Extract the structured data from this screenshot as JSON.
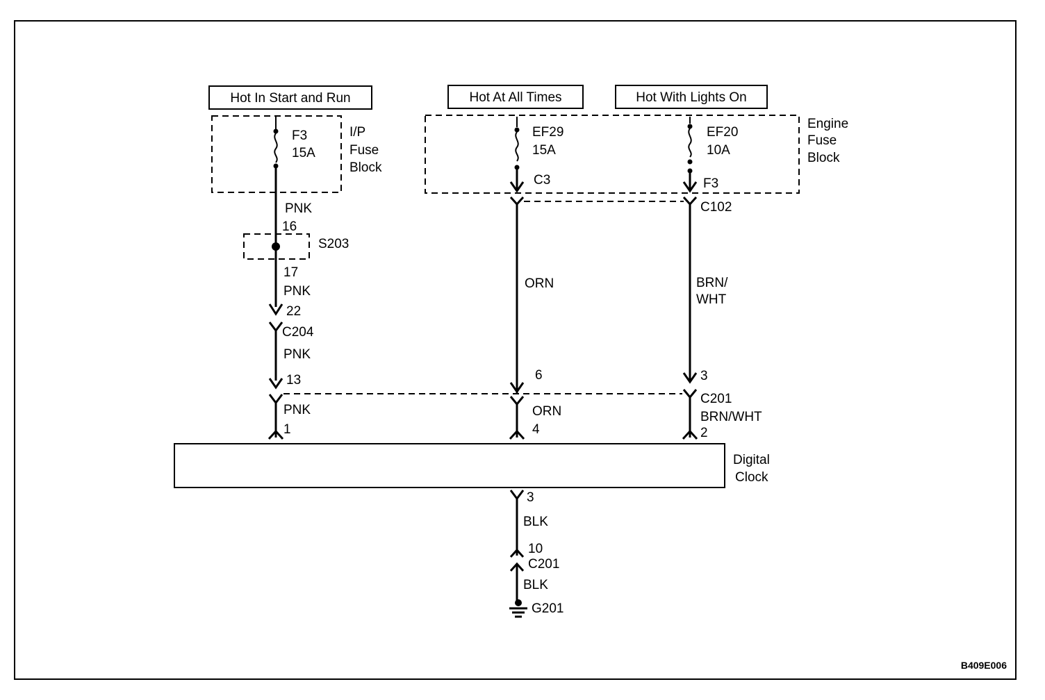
{
  "headers": {
    "start_run": "Hot In Start and Run",
    "all_times": "Hot At All Times",
    "lights_on": "Hot With Lights On"
  },
  "ip_fuse_block": {
    "label_line1": "I/P",
    "label_line2": "Fuse",
    "label_line3": "Block",
    "fuse_name": "F3",
    "fuse_rating": "15A"
  },
  "engine_fuse_block": {
    "label_line1": "Engine",
    "label_line2": "Fuse",
    "label_line3": "Block",
    "fuse1_name": "EF29",
    "fuse1_rating": "15A",
    "fuse1_terminal": "C3",
    "fuse2_name": "EF20",
    "fuse2_rating": "10A",
    "fuse2_terminal": "F3"
  },
  "connectors": {
    "c102": "C102",
    "c204": "C204",
    "c201_top": "C201",
    "c201_bottom": "C201",
    "s203": "S203",
    "g201": "G201"
  },
  "left_circuit": {
    "wire1": "PNK",
    "pin16": "16",
    "pin17": "17",
    "wire2": "PNK",
    "pin22": "22",
    "wire3": "PNK",
    "pin13": "13",
    "wire4": "PNK",
    "pin1": "1"
  },
  "middle_circuit": {
    "wire1": "ORN",
    "pin6": "6",
    "wire2": "ORN",
    "pin4": "4"
  },
  "right_circuit": {
    "wire1_line1": "BRN/",
    "wire1_line2": "WHT",
    "pin3": "3",
    "wire2": "BRN/WHT",
    "pin2": "2"
  },
  "clock": {
    "label_line1": "Digital",
    "label_line2": "Clock"
  },
  "ground_circuit": {
    "pin3": "3",
    "wire1": "BLK",
    "pin10": "10",
    "wire2": "BLK"
  },
  "diagram_code": "B409E006"
}
